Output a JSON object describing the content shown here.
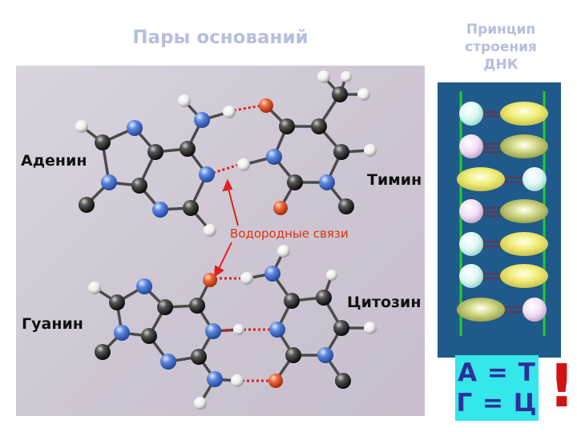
{
  "title": "Пары оснований",
  "side_title": [
    "Принцип",
    "строения",
    "ДНК"
  ],
  "labels": {
    "adenine": "Аденин",
    "thymine": "Тимин",
    "hydrogen_bonds": "Водородные связи",
    "cytosine": "Цитозин",
    "guanine": "Гуанин"
  },
  "rules": [
    "А = Т",
    "Г = Ц"
  ],
  "exclamation": "!",
  "colors": {
    "title": "#b7bedd",
    "panel": "#d2ccd6",
    "carbon": "#222222",
    "nitrogen": "#4a78d8",
    "oxygen": "#e0502a",
    "hydrogen": "#f4f4f4",
    "hbond": "#e02020",
    "dna_background": "#1f5a8a",
    "backbone": "#22cc33",
    "rule_box": "#35e6ea",
    "rule_text": "#2f2f9a",
    "exclamation": "#d01414"
  }
}
